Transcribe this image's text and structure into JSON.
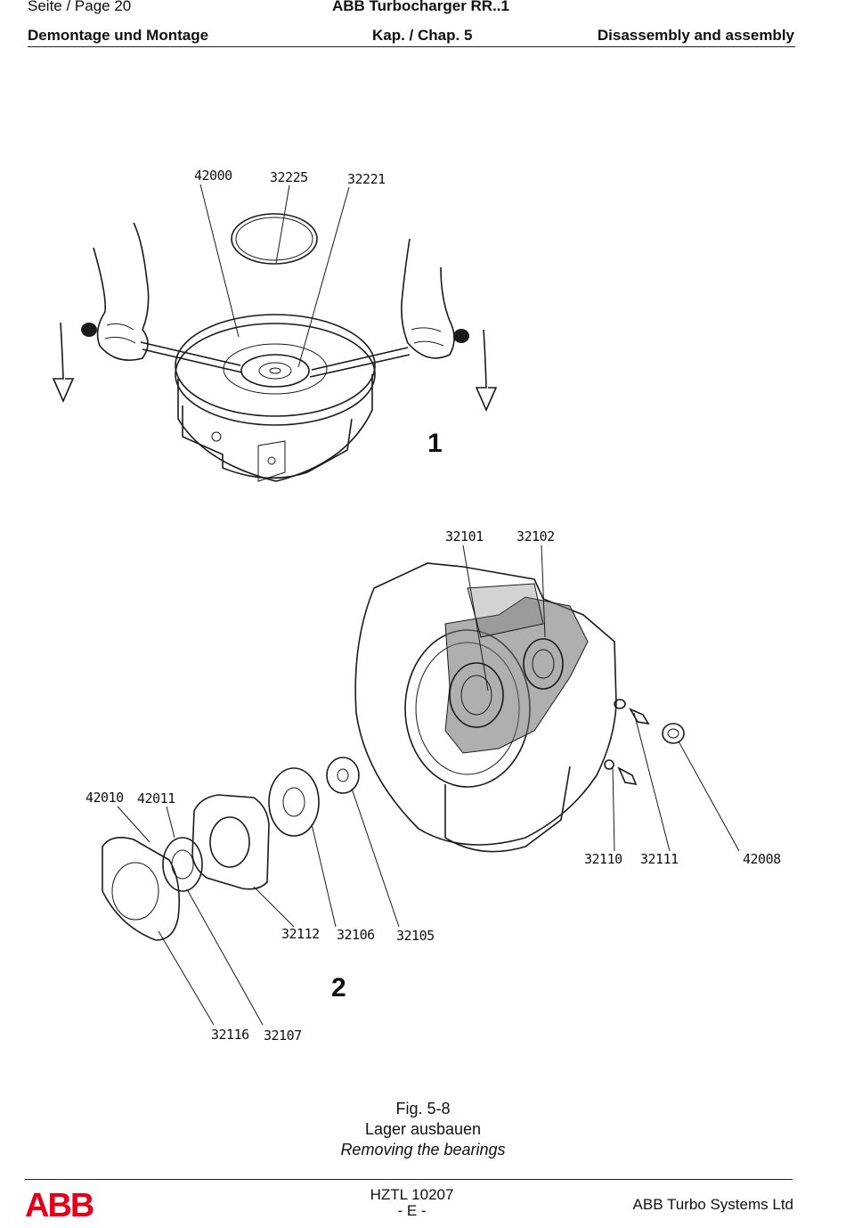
{
  "header": {
    "page_label": "Seite / Page  20",
    "doc_title": "ABB Turbocharger RR..1",
    "section_de": "Demontage und Montage",
    "chapter": "Kap. / Chap. 5",
    "section_en": "Disassembly and assembly"
  },
  "figure": {
    "step1": {
      "number": "1",
      "labels": {
        "a": "42000",
        "b": "32225",
        "c": "32221"
      }
    },
    "step2": {
      "number": "2",
      "labels": {
        "p32101": "32101",
        "p32102": "32102",
        "p42010": "42010",
        "p42011": "42011",
        "p32110": "32110",
        "p32111": "32111",
        "p42008": "42008",
        "p32112": "32112",
        "p32106": "32106",
        "p32105": "32105",
        "p32116": "32116",
        "p32107": "32107"
      }
    },
    "caption": {
      "fig_no": "Fig. 5-8",
      "title_de": "Lager ausbauen",
      "title_en": "Removing the bearings"
    }
  },
  "footer": {
    "logo_text": "ABB",
    "logo_color": "#e2001a",
    "doc_id": "HZTL 10207",
    "edition": "- E -",
    "company": "ABB Turbo Systems Ltd"
  }
}
